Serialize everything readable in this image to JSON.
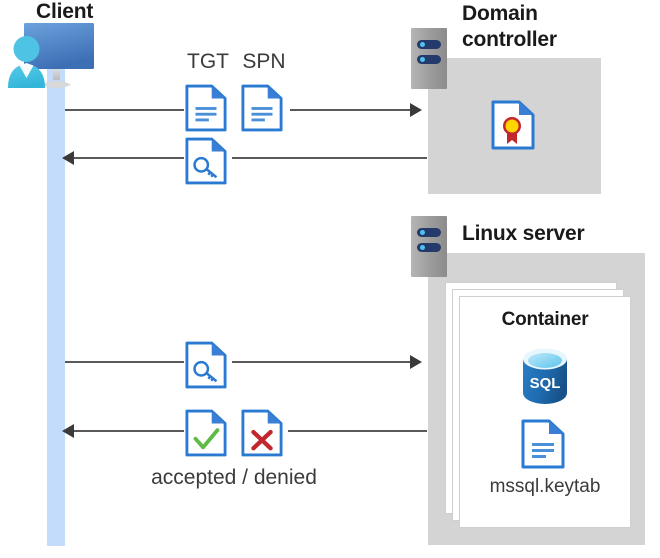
{
  "diagram": {
    "title_alt": "Kerberos authentication flow between client, domain controller and Linux server container",
    "background": "#ffffff"
  },
  "colors": {
    "lifeline": "#c3dcfb",
    "gray_zone": "#d4d4d4",
    "doc_blue": "#2a7ad2",
    "doc_fold": "#3a7fd5",
    "accent_green": "#5fba46",
    "accent_red": "#c1272d",
    "sql_blue": "#1f6bb0",
    "cert_gold": "#ffd500",
    "cert_ribbon": "#c1272d",
    "line": "#595959",
    "text": "#1a1a1a"
  },
  "client": {
    "label": "Client",
    "icon": "user-with-monitor-icon"
  },
  "domain_controller": {
    "label_line1": "Domain",
    "label_line2": "controller",
    "server_icon": "server-rack-icon",
    "content_icon": "certificate-document-icon"
  },
  "linux_server": {
    "label": "Linux server",
    "server_icon": "server-rack-icon",
    "container": {
      "label": "Container",
      "database_icon": "sql-database-icon",
      "database_label": "SQL",
      "keytab_icon": "document-lines-icon",
      "keytab_label": "mssql.keytab"
    }
  },
  "messages": [
    {
      "id": "msg-1",
      "direction": "right",
      "labels": [
        "TGT",
        "SPN"
      ],
      "icons": [
        "document-lines-icon",
        "document-lines-icon"
      ]
    },
    {
      "id": "msg-2",
      "direction": "left",
      "labels": [],
      "icons": [
        "document-key-icon"
      ]
    },
    {
      "id": "msg-3",
      "direction": "right",
      "labels": [],
      "icons": [
        "document-key-icon"
      ]
    },
    {
      "id": "msg-4",
      "direction": "left",
      "labels": [],
      "icons": [
        "document-check-icon",
        "document-cross-icon"
      ],
      "caption": "accepted / denied"
    }
  ],
  "labels": {
    "tgt": "TGT",
    "spn": "SPN",
    "accepted_denied": "accepted / denied"
  }
}
